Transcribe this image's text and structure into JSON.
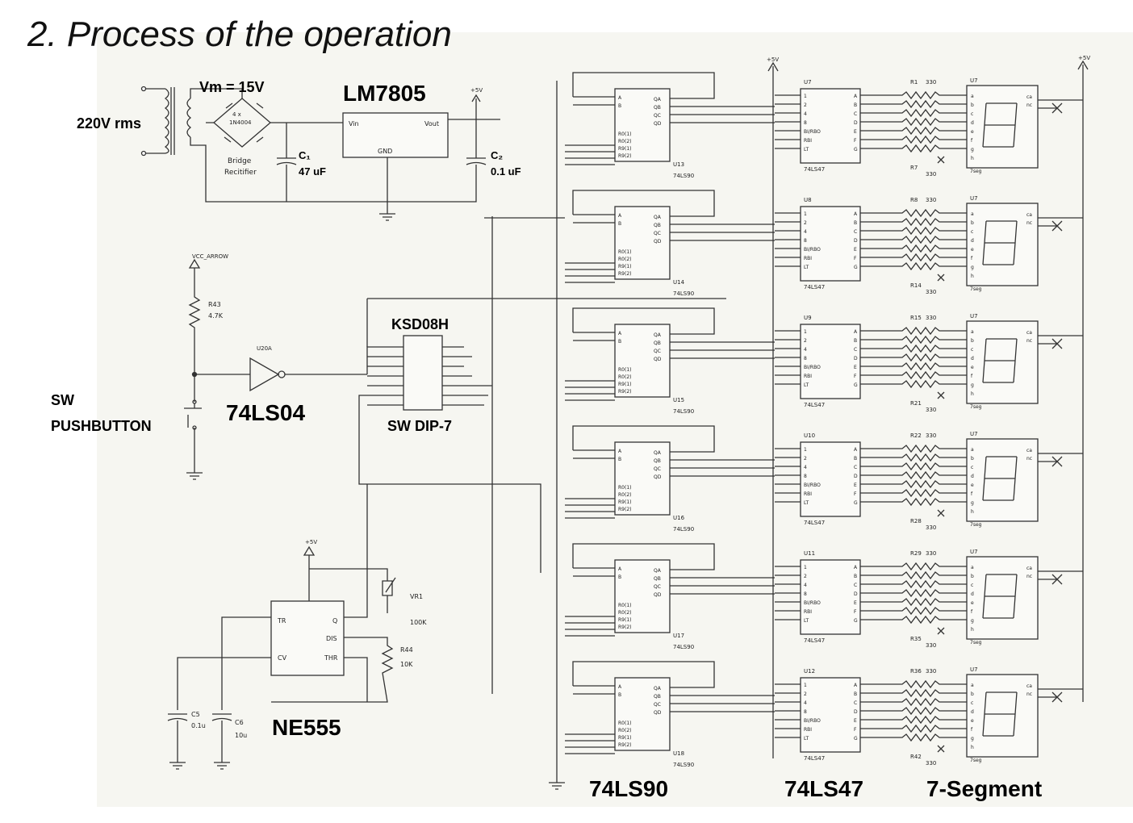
{
  "title": "2. Process of the operation",
  "labels": {
    "vm": "Vm = 15V",
    "lm7805": "LM7805",
    "mains": "220V rms",
    "c1_name": "C₁",
    "c1_value": "47 uF",
    "c2_name": "C₂",
    "c2_value": "0.1 uF",
    "ksd08h": "KSD08H",
    "sw_dip": "SW DIP-7",
    "ls04": "74LS04",
    "sw_line1": "SW",
    "sw_line2": "PUSHBUTTON",
    "ne555": "NE555",
    "col_74ls90": "74LS90",
    "col_74ls47": "74LS47",
    "col_7seg": "7-Segment"
  },
  "small": {
    "bridge": "Bridge",
    "rectifier": "Recitifier",
    "diode": "1N4004",
    "diode_count": "4 x",
    "vin": "Vin",
    "vout": "Vout",
    "gnd": "GND",
    "plus5v": "+5V",
    "vcc_arrow": "VCC_ARROW",
    "r43": "R43",
    "r43_val": "4.7K",
    "u20a": "U20A",
    "vr1": "VR1",
    "vr1_val": "100K",
    "r44": "R44",
    "r44_val": "10K",
    "c5": "C5",
    "c5_val": "0.1u",
    "c6": "C6",
    "c6_val": "10u",
    "tr": "TR",
    "cv": "CV",
    "q": "Q",
    "dis": "DIS",
    "thr": "THR",
    "seg": "7seg",
    "part_90": "74LS90",
    "part_47": "74LS47",
    "res330": "330"
  },
  "pins_90": [
    "A",
    "B",
    "R0(1)",
    "R0(2)",
    "R9(1)",
    "R9(2)",
    "QA",
    "QB",
    "QC",
    "QD"
  ],
  "pins_47": [
    "1",
    "2",
    "4",
    "8",
    "BI/RBO",
    "RBI",
    "LT",
    "A",
    "B",
    "C",
    "D",
    "E",
    "F",
    "G"
  ],
  "pins_seg": [
    "a",
    "b",
    "c",
    "d",
    "e",
    "f",
    "g",
    "h",
    "ca",
    "nc"
  ],
  "stages": [
    {
      "u90": "U13",
      "u47": "U7",
      "rtop": "R1",
      "rbot": "R7"
    },
    {
      "u90": "U14",
      "u47": "U8",
      "rtop": "R8",
      "rbot": "R14"
    },
    {
      "u90": "U15",
      "u47": "U9",
      "rtop": "R15",
      "rbot": "R21"
    },
    {
      "u90": "U16",
      "u47": "U10",
      "rtop": "R22",
      "rbot": "R28"
    },
    {
      "u90": "U17",
      "u47": "U11",
      "rtop": "R29",
      "rbot": "R35"
    },
    {
      "u90": "U18",
      "u47": "U12",
      "rtop": "R36",
      "rbot": "R42"
    }
  ]
}
